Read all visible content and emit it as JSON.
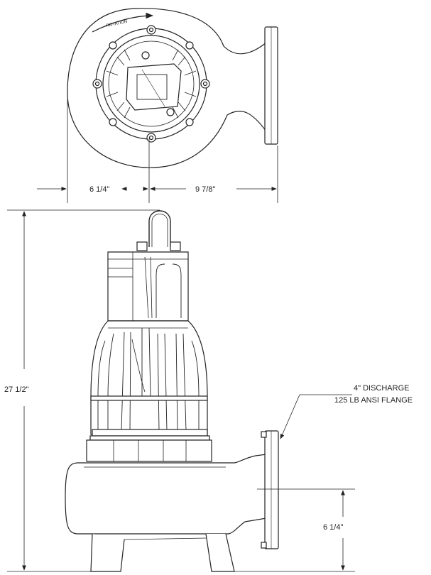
{
  "dimensions": {
    "top_left_offset": "6 1/4\"",
    "top_right_offset": "9 7/8\"",
    "overall_height": "27 1/2\"",
    "discharge_height": "6 1/4\""
  },
  "callout": {
    "line1": "4\" DISCHARGE",
    "line2": "125 LB ANSI FLANGE"
  },
  "rotation_label": "ROTATION"
}
